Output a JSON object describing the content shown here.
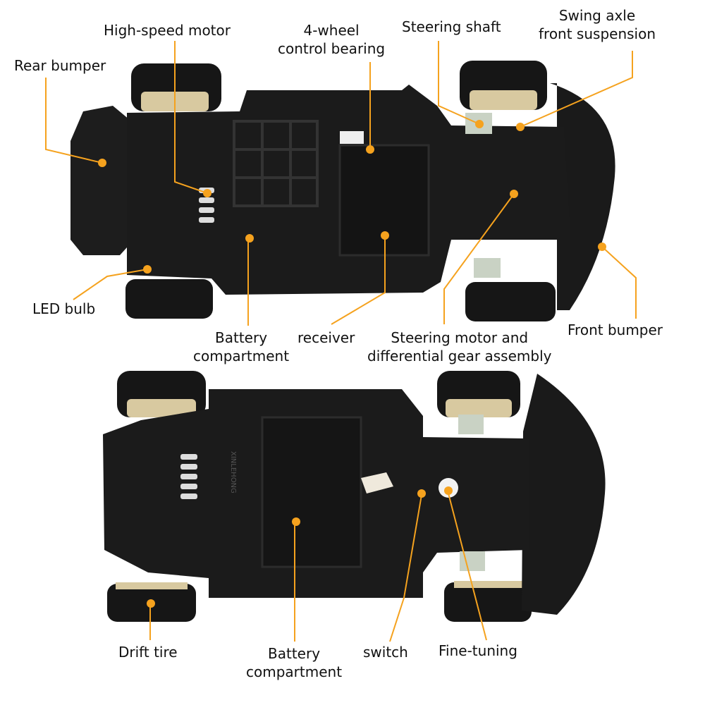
{
  "labels": {
    "high_speed_motor": "High-speed motor",
    "four_wheel_1": "4-wheel",
    "four_wheel_2": "control bearing",
    "steering_shaft": "Steering shaft",
    "swing_axle_1": "Swing axle",
    "swing_axle_2": "front suspension",
    "rear_bumper": "Rear bumper",
    "led_bulb": "LED bulb",
    "battery_1a": "Battery",
    "battery_1b": "compartment",
    "receiver": "receiver",
    "steering_motor_1": "Steering motor and",
    "steering_motor_2": "differential gear assembly",
    "front_bumper": "Front bumper",
    "drift_tire": "Drift tire",
    "battery_2a": "Battery",
    "battery_2b": "compartment",
    "switch": "switch",
    "fine_tuning": "Fine-tuning"
  },
  "brand_text": "XINLEHONG",
  "colors": {
    "leader": "#f5a21e",
    "dot": "#f5a21e",
    "chassis": "#1b1b1b",
    "tire": "#161616",
    "hub": "#d8c9a0",
    "text": "#111111"
  }
}
